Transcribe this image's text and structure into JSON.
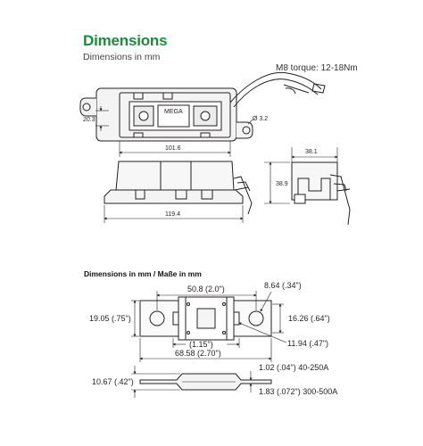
{
  "header": {
    "title": "Dimensions",
    "subtitle": "Dimensions in mm",
    "torque_note": "M8 torque: 12-18Nm"
  },
  "top_drawing": {
    "fuse_label": "MEGA",
    "dim_height": "20.3",
    "dim_hole": "Ø 3.2",
    "dim_body_width": "101.6",
    "dim_total_length": "119.4",
    "dim_side_width": "38.1",
    "dim_side_height": "38.9"
  },
  "bottom_drawing": {
    "section_title": "Dimensions in mm / Maße in mm",
    "dim_hole_spacing": "50.8 (2.0\")",
    "dim_hole_dia": "8.64 (.34\")",
    "dim_left_height": "19.05 (.75\")",
    "dim_right_height": "16.26 (.64\")",
    "dim_inner": "(1.15\")",
    "dim_slot": "11.94 (.47\")",
    "dim_total": "68.58 (2.70\")",
    "dim_thickness": "10.67 (.42\")",
    "dim_plate_a": "1.02 (.04\") 40-250A",
    "dim_plate_b": "1.83 (.072\") 300-500A"
  }
}
